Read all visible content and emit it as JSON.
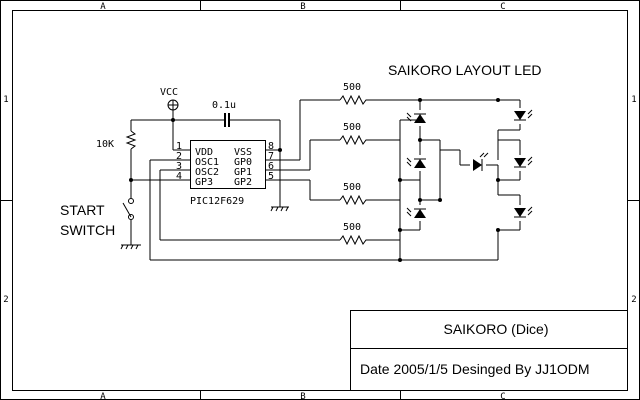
{
  "frame": {
    "top_columns": [
      "A",
      "B",
      "C"
    ],
    "bottom_columns": [
      "A",
      "B",
      "C"
    ],
    "left_rows": [
      "1",
      "2"
    ],
    "right_rows": [
      "1",
      "2"
    ]
  },
  "title": "SAIKORO LAYOUT LED",
  "labels": {
    "vcc": "VCC",
    "capacitor": "0.1u",
    "r_pullup": "10K",
    "r1": "500",
    "r2": "500",
    "r3": "500",
    "r4": "500",
    "switch_line1": "START",
    "switch_line2": "SWITCH",
    "ic_name": "PIC12F629",
    "pin_vdd": "VDD",
    "pin_osc1": "OSC1",
    "pin_osc2": "OSC2",
    "pin_gp3": "GP3",
    "pin_vss": "VSS",
    "pin_gp0": "GP0",
    "pin_gp1": "GP1",
    "pin_gp2": "GP2",
    "pn1": "1",
    "pn2": "2",
    "pn3": "3",
    "pn4": "4",
    "pn5": "5",
    "pn6": "6",
    "pn7": "7",
    "pn8": "8"
  },
  "title_block": {
    "name": "SAIKORO (Dice)",
    "info": "Date 2005/1/5   Desinged By JJ1ODM"
  }
}
